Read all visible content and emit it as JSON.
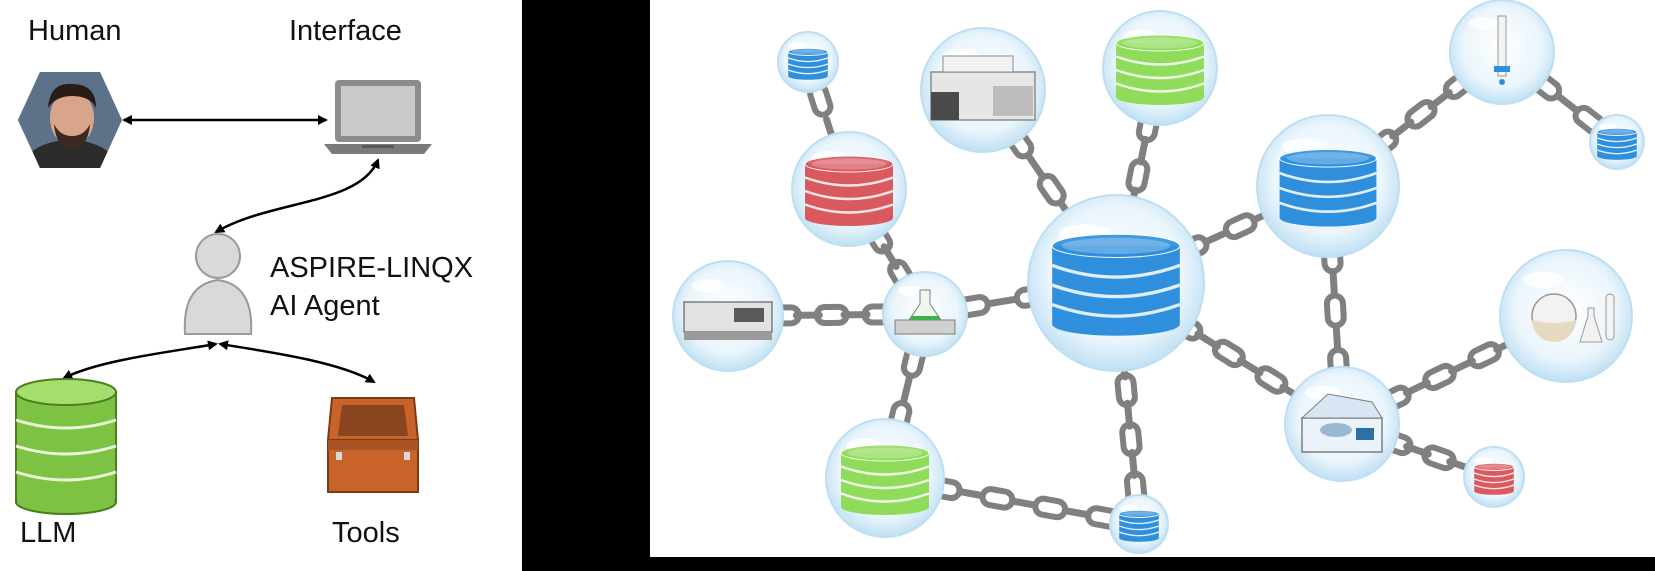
{
  "labels": {
    "human": "Human",
    "interface": "Interface",
    "agent_line1": "ASPIRE-LINQX",
    "agent_line2": "AI Agent",
    "llm": "LLM",
    "tools": "Tools"
  },
  "icons": {
    "human": "human-photo-hexagon",
    "interface": "laptop-icon",
    "agent": "user-silhouette-icon",
    "llm": "database-icon",
    "tools": "toolbox-icon"
  },
  "colors": {
    "llm_green": "#7dc242",
    "toolbox_orange": "#c8642a",
    "agent_gray": "#d9d9d9",
    "bubble_blue": "#d6ecf8",
    "db_blue": "#2f8fdc",
    "db_red": "#d9595e",
    "db_green": "#8fdc5a",
    "chain_gray": "#808080"
  }
}
